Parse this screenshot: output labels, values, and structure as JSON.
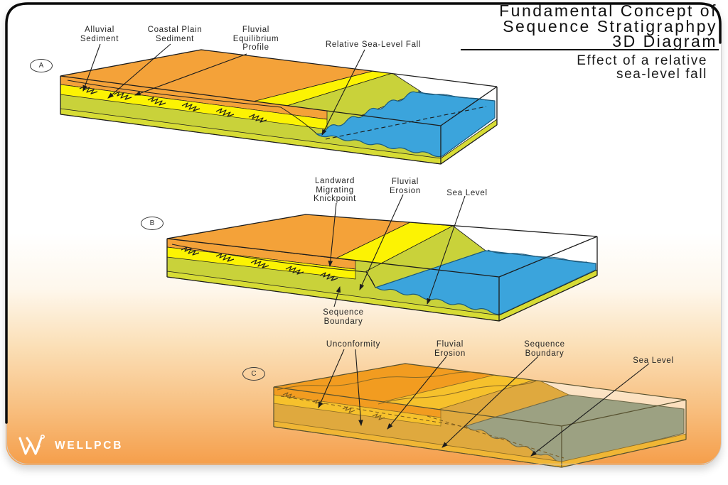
{
  "header": {
    "title": "Fundamental Concept of\nSequence Stratigraphpy\n3D Diagram",
    "subtitle": "Effect of a relative\nsea-level fall"
  },
  "panels": {
    "a": {
      "letter": "A",
      "labels": {
        "alluvial_sediment": "Alluvial\nSediment",
        "coastal_plain_sediment": "Coastal Plain\nSediment",
        "fluvial_equilibrium_profile": "Fluvial\nEquilibrium\nProfile",
        "relative_sea_level_fall": "Relative Sea-Level Fall"
      }
    },
    "b": {
      "letter": "B",
      "labels": {
        "landward_migrating_knickpoint": "Landward\nMigrating\nKnickpoint",
        "fluvial_erosion": "Fluvial\nErosion",
        "sea_level": "Sea Level",
        "sequence_boundary": "Sequence\nBoundary"
      }
    },
    "c": {
      "letter": "C",
      "labels": {
        "unconformity": "Unconformity",
        "fluvial_erosion": "Fluvial\nErosion",
        "sequence_boundary": "Sequence\nBoundary",
        "sea_level": "Sea Level"
      }
    }
  },
  "logo": {
    "brand": "WELLPCB"
  },
  "colors": {
    "alluvial_orange": "#F4A239",
    "coastal_yellow": "#FCF303",
    "slope_olive": "#C9D23A",
    "basal_olive": "#D7DC35",
    "sea_blue": "#3BA4DC",
    "c_orange": "#F29C20",
    "c_gold": "#F6C12C",
    "c_tan": "#DFA93E",
    "c_water": "#9CA182",
    "c_basal": "#F0B635",
    "bg_bottom_orange": "#F59E4A",
    "ink": "#1C1C1C"
  }
}
